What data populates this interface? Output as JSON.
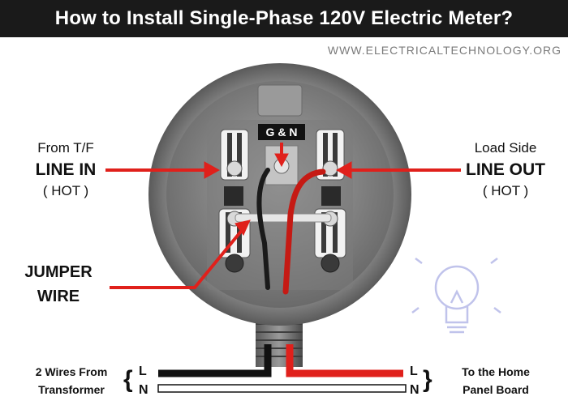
{
  "header": {
    "title": "How to Install Single-Phase 120V Electric Meter?"
  },
  "website": "WWW.ELECTRICALTECHNOLOGY.ORG",
  "labels": {
    "gn": "G & N",
    "line_in": {
      "from": "From T/F",
      "title": "LINE IN",
      "note": "( HOT )"
    },
    "line_out": {
      "from": "Load Side",
      "title": "LINE OUT",
      "note": "( HOT )"
    },
    "jumper": {
      "line1": "JUMPER",
      "line2": "WIRE"
    },
    "bottom_left": {
      "line1": "2 Wires From",
      "line2": "Transformer",
      "L": "L",
      "N": "N"
    },
    "bottom_right": {
      "line1": "To the Home",
      "line2": "Panel Board",
      "L": "L",
      "N": "N"
    }
  },
  "colors": {
    "accent_red": "#e0201b",
    "title_bg": "#1a1a1a"
  }
}
